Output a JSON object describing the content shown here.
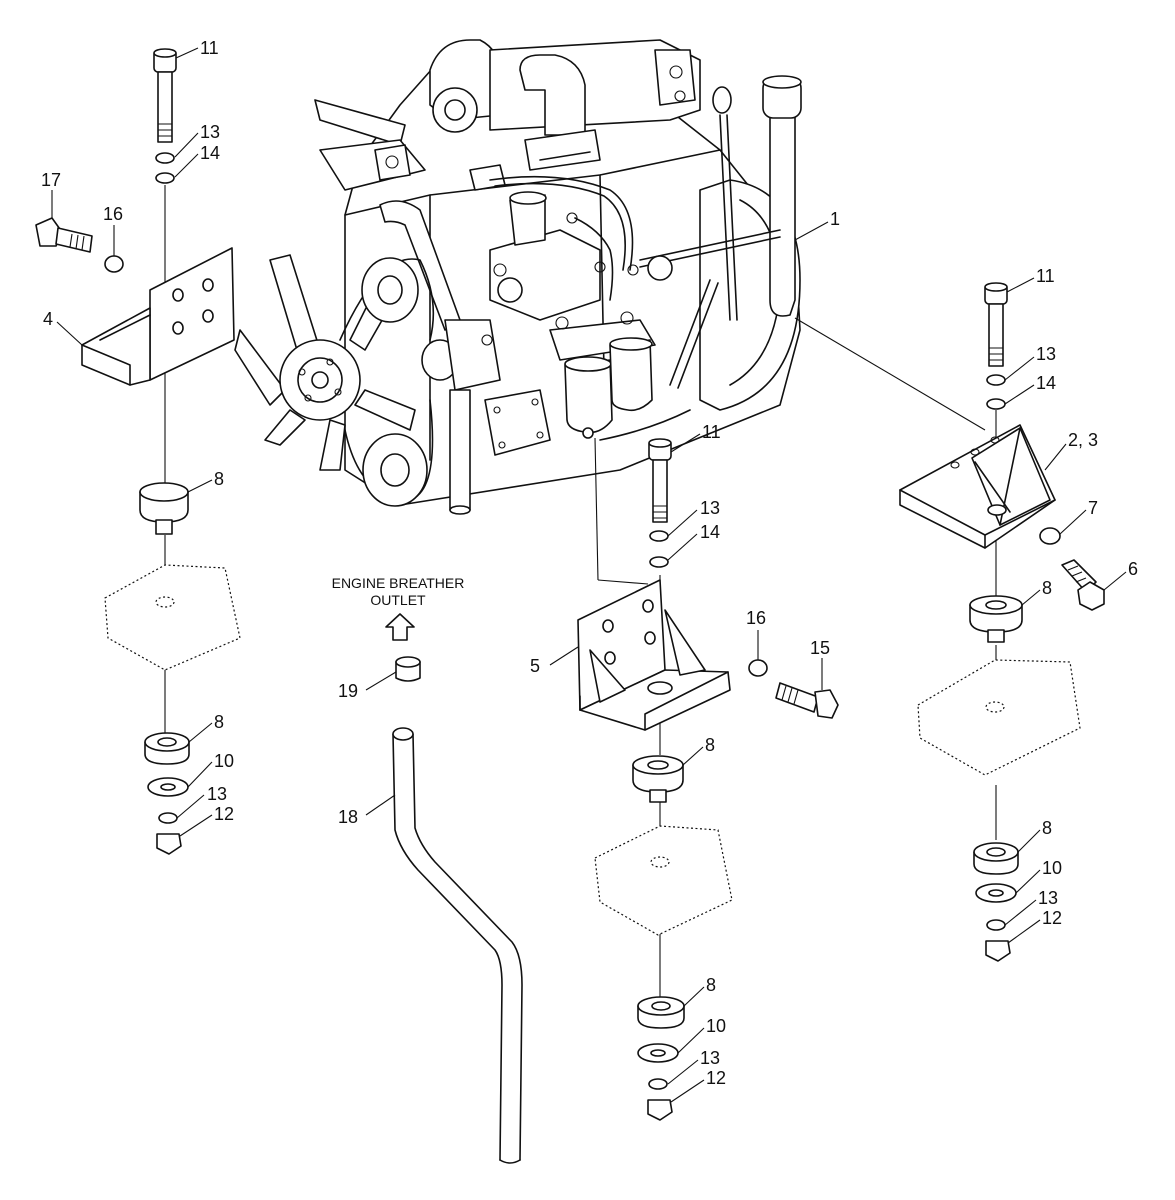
{
  "caption": {
    "line1": "ENGINE BREATHER",
    "line2": "OUTLET"
  },
  "callouts": {
    "c1": "1",
    "c23": "2, 3",
    "c4": "4",
    "c5": "5",
    "c6": "6",
    "c7": "7",
    "c8a": "8",
    "c8b": "8",
    "c8c": "8",
    "c8d": "8",
    "c8e": "8",
    "c8f": "8",
    "c10a": "10",
    "c10b": "10",
    "c10c": "10",
    "c11a": "11",
    "c11b": "11",
    "c11c": "11",
    "c12a": "12",
    "c12b": "12",
    "c12c": "12",
    "c13a": "13",
    "c13b": "13",
    "c13c": "13",
    "c13d": "13",
    "c13e": "13",
    "c13f": "13",
    "c14a": "14",
    "c14b": "14",
    "c14c": "14",
    "c15": "15",
    "c16a": "16",
    "c16b": "16",
    "c17": "17",
    "c18": "18",
    "c19": "19"
  }
}
